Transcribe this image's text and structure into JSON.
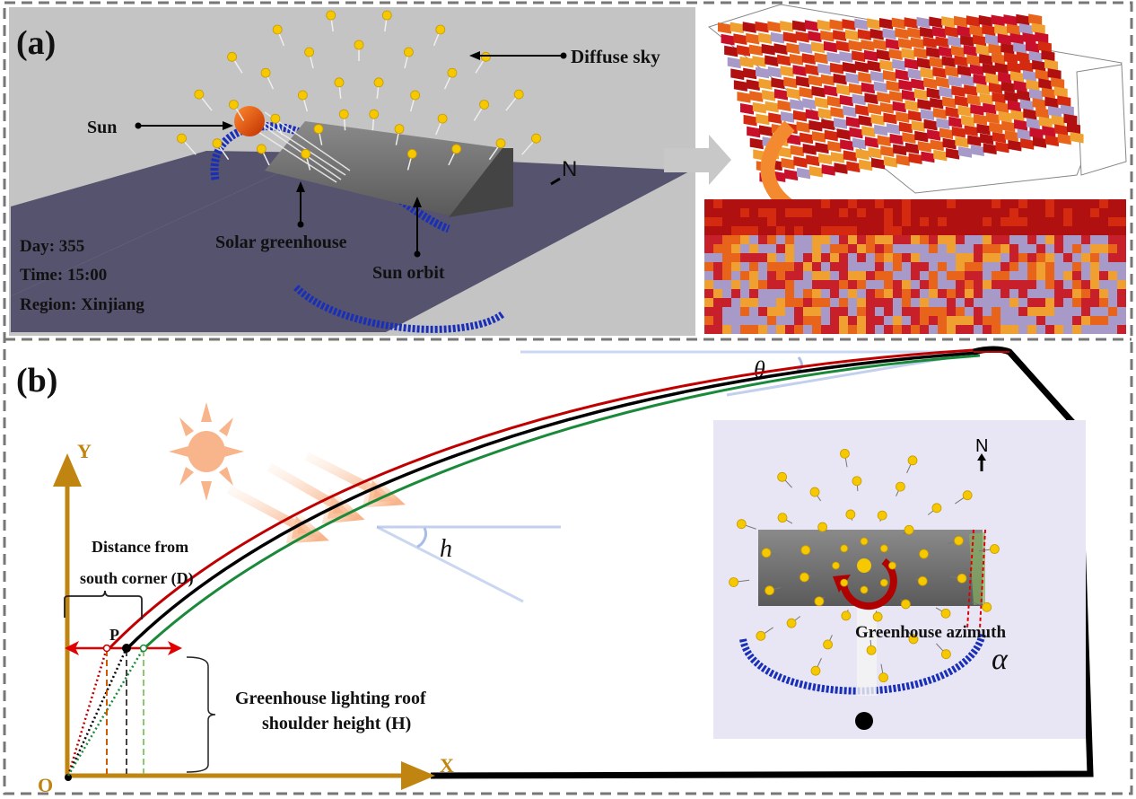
{
  "panel_a": {
    "label": "(a)",
    "diffuse_sky": "Diffuse sky",
    "sun": "Sun",
    "north": "N",
    "solar_greenhouse": "Solar greenhouse",
    "sun_orbit": "Sun orbit",
    "day": "Day: 355",
    "time": "Time: 15:00",
    "region": "Region: Xinjiang"
  },
  "panel_b": {
    "label": "(b)",
    "y_axis": "Y",
    "x_axis": "X",
    "origin": "O",
    "point": "P",
    "distance_line1": "Distance from",
    "distance_line2": "south corner (D)",
    "height_line1": "Greenhouse lighting roof",
    "height_line2": "shoulder height (H)",
    "angle_h": "h",
    "angle_theta": "θ",
    "inset_north": "N",
    "azimuth_label": "Greenhouse azimuth",
    "angle_alpha": "α"
  },
  "colors": {
    "axis": "#c08410",
    "roof_red": "#c00000",
    "roof_black": "#000000",
    "roof_green": "#1a8a3a",
    "sun": "#f8b48a",
    "orbit": "#1a2fb8",
    "sky_point": "#f5c800",
    "ground": "#55536e",
    "panel_bg": "#c4c4c4"
  }
}
